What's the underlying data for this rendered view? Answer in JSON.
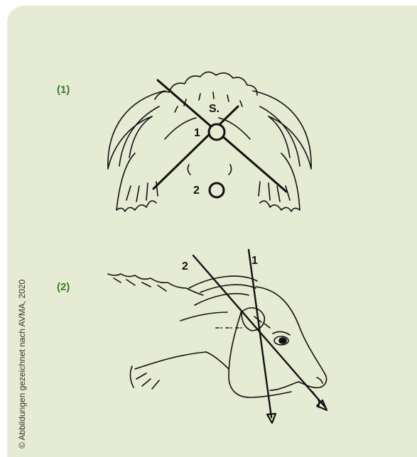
{
  "figure": {
    "panel_labels": [
      "(1)",
      "(2)"
    ],
    "top_view": {
      "marker_s": "S.",
      "point_1": "1",
      "point_2": "2"
    },
    "side_view": {
      "arrow_1": "1",
      "arrow_2": "2"
    },
    "credit": "© Abbildungen gezeichnet nach AVMA, 2020"
  },
  "colors": {
    "panel_bg": "#e6ebd3",
    "label_green": "#3d7a2b",
    "ink": "#111111"
  }
}
